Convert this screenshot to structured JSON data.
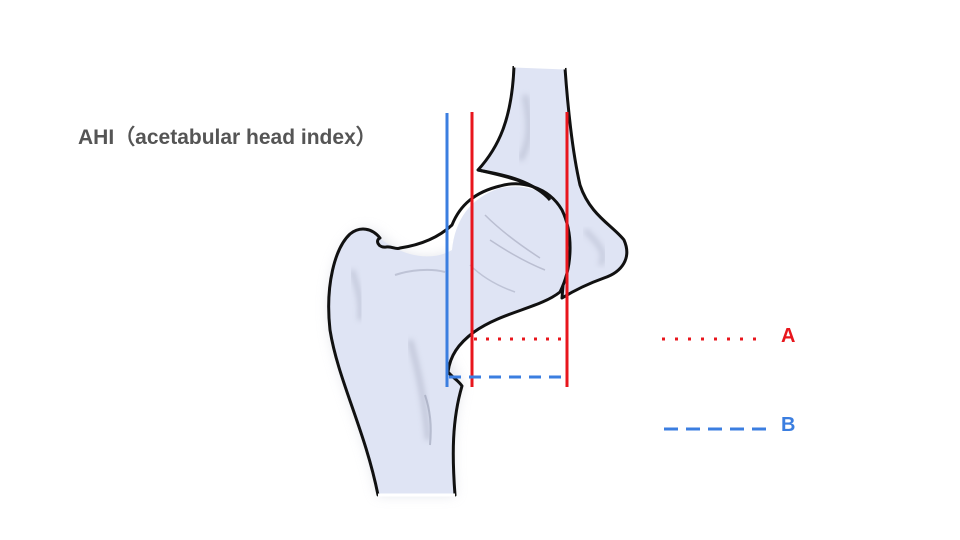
{
  "title": "AHI（acetabular head index）",
  "legend": [
    {
      "label": "A",
      "color": "#e8161d",
      "style": "dotted"
    },
    {
      "label": "B",
      "color": "#3b7ee0",
      "style": "dashed"
    }
  ],
  "colors": {
    "bone_fill": "#dfe4f4",
    "bone_shade": "#b9bfd3",
    "outline": "#111111",
    "red_line": "#e8161d",
    "blue_line": "#3b7ee0",
    "title_text": "#555555"
  }
}
